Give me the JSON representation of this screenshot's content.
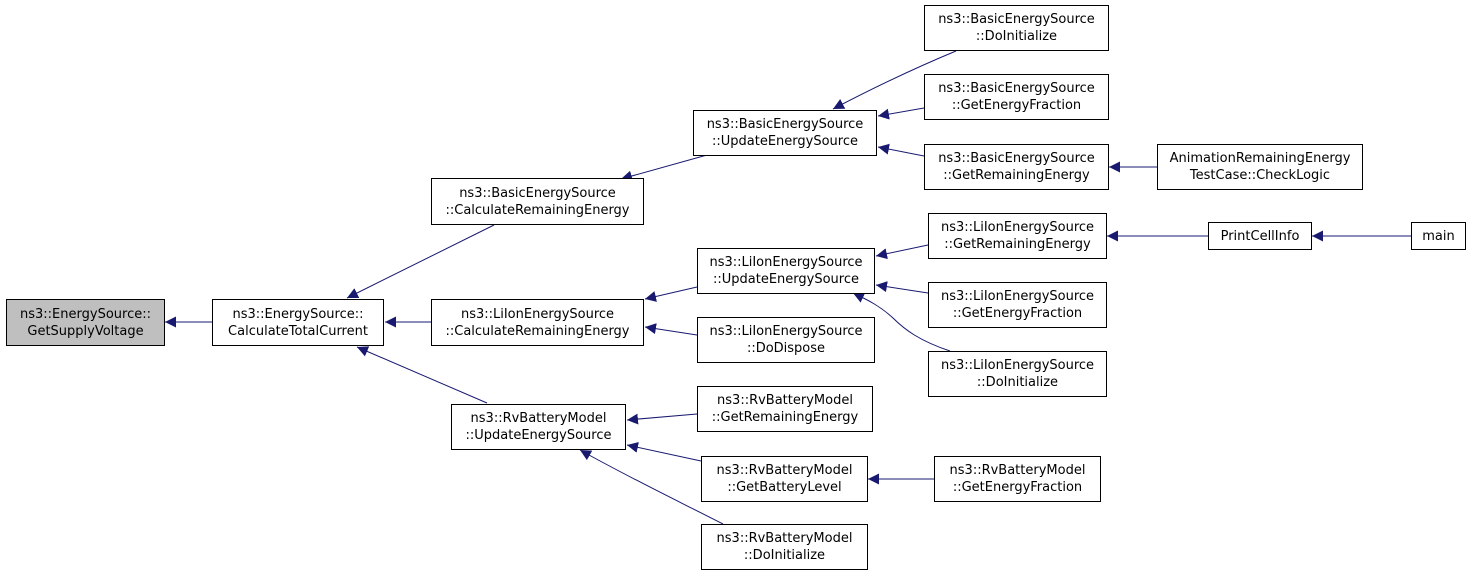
{
  "diagram": {
    "edge_color": "#191970",
    "focus_fill": "#bfbfbf",
    "nodes": {
      "get_supply_voltage": {
        "line1": "ns3::EnergySource::",
        "line2": "GetSupplyVoltage"
      },
      "calculate_total_current": {
        "line1": "ns3::EnergySource::",
        "line2": "CalculateTotalCurrent"
      },
      "basic_calc_remaining": {
        "line1": "ns3::BasicEnergySource",
        "line2": "::CalculateRemainingEnergy"
      },
      "liion_calc_remaining": {
        "line1": "ns3::LiIonEnergySource",
        "line2": "::CalculateRemainingEnergy"
      },
      "rv_update": {
        "line1": "ns3::RvBatteryModel",
        "line2": "::UpdateEnergySource"
      },
      "basic_update": {
        "line1": "ns3::BasicEnergySource",
        "line2": "::UpdateEnergySource"
      },
      "liion_update": {
        "line1": "ns3::LiIonEnergySource",
        "line2": "::UpdateEnergySource"
      },
      "liion_dispose": {
        "line1": "ns3::LiIonEnergySource",
        "line2": "::DoDispose"
      },
      "rv_get_remaining": {
        "line1": "ns3::RvBatteryModel",
        "line2": "::GetRemainingEnergy"
      },
      "rv_get_battery_level": {
        "line1": "ns3::RvBatteryModel",
        "line2": "::GetBatteryLevel"
      },
      "rv_do_initialize": {
        "line1": "ns3::RvBatteryModel",
        "line2": "::DoInitialize"
      },
      "basic_do_initialize": {
        "line1": "ns3::BasicEnergySource",
        "line2": "::DoInitialize"
      },
      "basic_get_fraction": {
        "line1": "ns3::BasicEnergySource",
        "line2": "::GetEnergyFraction"
      },
      "basic_get_remaining": {
        "line1": "ns3::BasicEnergySource",
        "line2": "::GetRemainingEnergy"
      },
      "liion_get_remaining": {
        "line1": "ns3::LiIonEnergySource",
        "line2": "::GetRemainingEnergy"
      },
      "liion_get_fraction": {
        "line1": "ns3::LiIonEnergySource",
        "line2": "::GetEnergyFraction"
      },
      "liion_do_initialize": {
        "line1": "ns3::LiIonEnergySource",
        "line2": "::DoInitialize"
      },
      "rv_get_fraction": {
        "line1": "ns3::RvBatteryModel",
        "line2": "::GetEnergyFraction"
      },
      "animation_check_logic": {
        "line1": "AnimationRemainingEnergy",
        "line2": "TestCase::CheckLogic"
      },
      "print_cell_info": {
        "line1": "PrintCellInfo"
      },
      "main": {
        "line1": "main"
      }
    },
    "edges": [
      {
        "from": "calculate_total_current",
        "to": "get_supply_voltage"
      },
      {
        "from": "basic_calc_remaining",
        "to": "calculate_total_current"
      },
      {
        "from": "liion_calc_remaining",
        "to": "calculate_total_current"
      },
      {
        "from": "rv_update",
        "to": "calculate_total_current"
      },
      {
        "from": "basic_update",
        "to": "basic_calc_remaining"
      },
      {
        "from": "liion_update",
        "to": "liion_calc_remaining"
      },
      {
        "from": "liion_dispose",
        "to": "liion_calc_remaining"
      },
      {
        "from": "rv_get_remaining",
        "to": "rv_update"
      },
      {
        "from": "rv_get_battery_level",
        "to": "rv_update"
      },
      {
        "from": "rv_do_initialize",
        "to": "rv_update"
      },
      {
        "from": "basic_do_initialize",
        "to": "basic_update"
      },
      {
        "from": "basic_get_fraction",
        "to": "basic_update"
      },
      {
        "from": "basic_get_remaining",
        "to": "basic_update"
      },
      {
        "from": "liion_get_remaining",
        "to": "liion_update"
      },
      {
        "from": "liion_get_fraction",
        "to": "liion_update"
      },
      {
        "from": "liion_do_initialize",
        "to": "liion_update"
      },
      {
        "from": "rv_get_fraction",
        "to": "rv_get_battery_level"
      },
      {
        "from": "animation_check_logic",
        "to": "basic_get_remaining"
      },
      {
        "from": "print_cell_info",
        "to": "liion_get_remaining"
      },
      {
        "from": "main",
        "to": "print_cell_info"
      }
    ]
  }
}
